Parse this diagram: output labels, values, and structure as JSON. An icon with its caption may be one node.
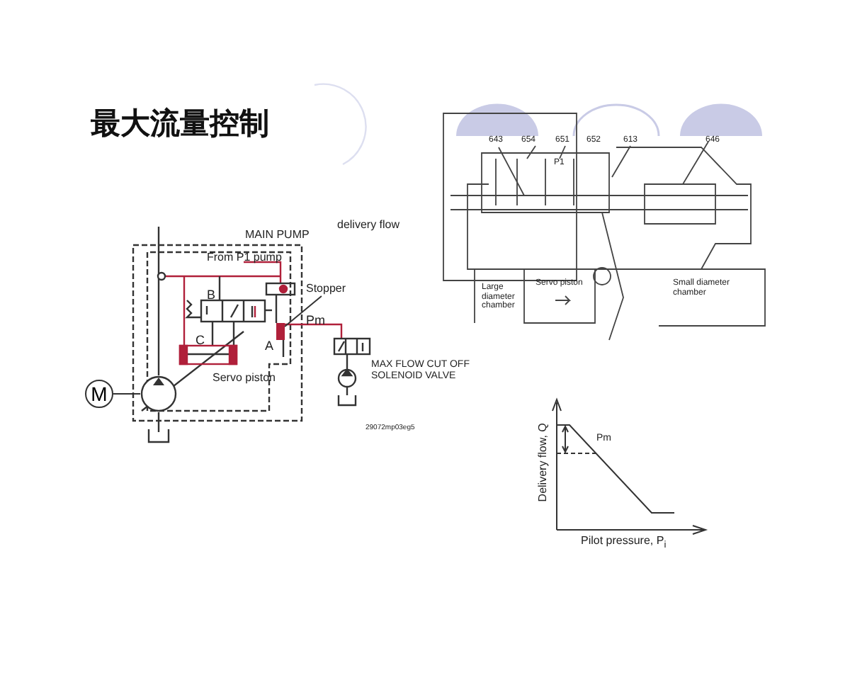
{
  "diagram": {
    "title": "最大流量控制",
    "nodes": [
      {
        "text": [
          "M"
        ]
      },
      {
        "text": [],
        "shape": "circle"
      },
      {
        "text": [
          "Stopper"
        ]
      },
      {
        "text": [],
        "shape": "box"
      }
    ],
    "edges": [
      {
        "from": 0,
        "to": 1,
        "arrow": "none"
      },
      {
        "from": 2,
        "to": 3,
        "arrow": "none"
      }
    ],
    "labels": [
      "delivery flow",
      "MAIN PUMP",
      "From P1 pump",
      "B",
      "C",
      "A",
      "Pm",
      "Servo piston",
      "MAX FLOW CUT OFF SOLENOID VALVE",
      "29072mp03eg5",
      "643",
      "654",
      "651",
      "P1",
      "652",
      "613",
      "646",
      "Large diameter chamber",
      "Servo piston",
      "Small diameter chamber",
      "Pm",
      "Delivery flow, Q",
      "Pilot pressure, P$_{i}$"
    ]
  }
}
